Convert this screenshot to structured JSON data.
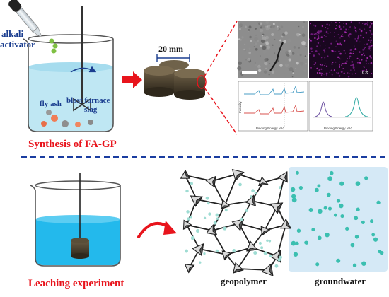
{
  "top": {
    "alkali_line1": "alkali",
    "alkali_line2": "activator",
    "fly_ash": "fly ash",
    "slag_line1": "blast furnace",
    "slag_line2": "slag",
    "dimension": "20 mm",
    "caption": "Synthesis of FA-GP",
    "map_label": "Cs",
    "xps_xlabel": "Binding Energy (eV)",
    "xps_xlabel2": "Binding Energy (eV)",
    "xps_ylabel": "Intensity"
  },
  "bottom": {
    "caption": "Leaching experiment",
    "left_region": "geopolymer",
    "right_region": "groundwater"
  },
  "colors": {
    "caption": "#e8141c",
    "label_blue": "#1a3d8f",
    "arrow_red": "#e8141c",
    "divider": "#1a3da0",
    "solution": "#7fd2ea",
    "leach_solution": "#23b9ec",
    "pellet": "#3e3527",
    "ion": "#3bbfb0",
    "groundwater_bg": "#d5e9f6"
  }
}
